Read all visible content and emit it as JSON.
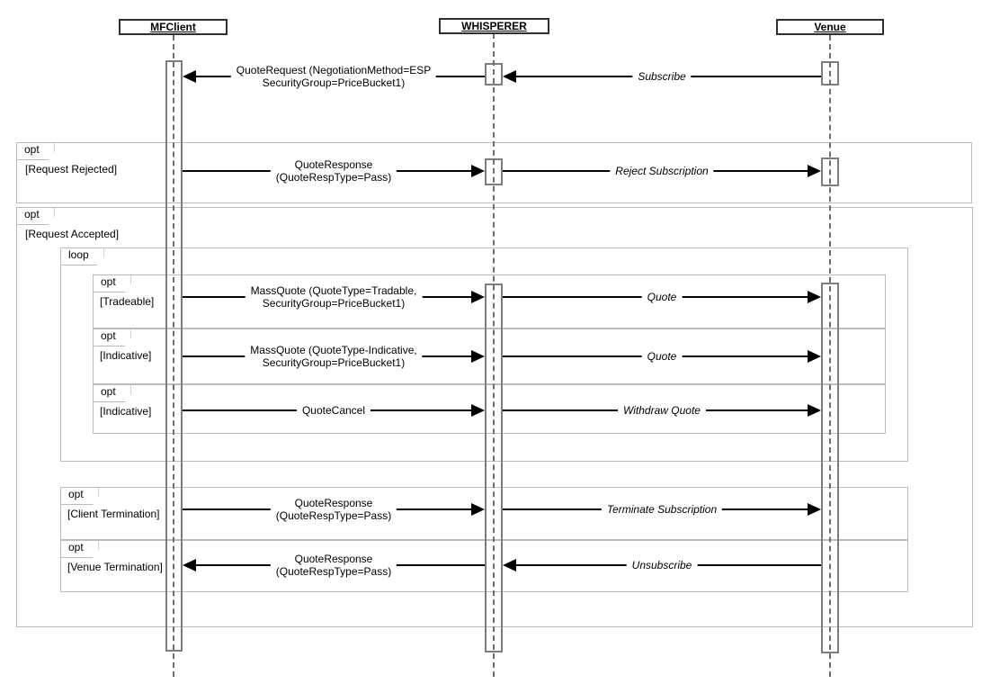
{
  "diagram_type": "uml-sequence",
  "colors": {
    "background": "#ffffff",
    "frame_border": "#bcbcbc",
    "arrow": "#000000",
    "lifeline": "#6e6e6e",
    "activation_border": "#7d7d7d",
    "actor_border": "#2f2f2f"
  },
  "actors": [
    {
      "label": "MFClient"
    },
    {
      "label": "WHISPERER"
    },
    {
      "label": "Venue"
    }
  ],
  "frames": [
    {
      "operator": "opt",
      "guard": "[Request Rejected]"
    },
    {
      "operator": "opt",
      "guard": "[Request Accepted]"
    },
    {
      "operator": "loop",
      "guard": ""
    },
    {
      "operator": "opt",
      "guard": "[Tradeable]"
    },
    {
      "operator": "opt",
      "guard": "[Indicative]"
    },
    {
      "operator": "opt",
      "guard": "[Indicative]"
    },
    {
      "operator": "opt",
      "guard": "[Client Termination]"
    },
    {
      "operator": "opt",
      "guard": "[Venue Termination]"
    }
  ],
  "messages": [
    {
      "l1": "QuoteRequest (NegotiationMethod=ESP",
      "l2": "SecurityGroup=PriceBucket1)",
      "from": "WHISPERER",
      "to": "MFClient",
      "style": "plain"
    },
    {
      "l1": "Subscribe",
      "from": "Venue",
      "to": "WHISPERER",
      "style": "italic"
    },
    {
      "l1": "QuoteResponse",
      "l2": "(QuoteRespType=Pass)",
      "from": "MFClient",
      "to": "WHISPERER",
      "style": "plain"
    },
    {
      "l1": "Reject Subscription",
      "from": "WHISPERER",
      "to": "Venue",
      "style": "italic"
    },
    {
      "l1": "MassQuote (QuoteType=Tradable,",
      "l2": "SecurityGroup=PriceBucket1)",
      "from": "MFClient",
      "to": "WHISPERER",
      "style": "plain"
    },
    {
      "l1": "Quote",
      "from": "WHISPERER",
      "to": "Venue",
      "style": "italic"
    },
    {
      "l1": "MassQuote (QuoteType-Indicative,",
      "l2": "SecurityGroup=PriceBucket1)",
      "from": "MFClient",
      "to": "WHISPERER",
      "style": "plain"
    },
    {
      "l1": "Quote",
      "from": "WHISPERER",
      "to": "Venue",
      "style": "italic"
    },
    {
      "l1": "QuoteCancel",
      "from": "MFClient",
      "to": "WHISPERER",
      "style": "plain"
    },
    {
      "l1": "Withdraw Quote",
      "from": "WHISPERER",
      "to": "Venue",
      "style": "italic"
    },
    {
      "l1": "QuoteResponse",
      "l2": "(QuoteRespType=Pass)",
      "from": "MFClient",
      "to": "WHISPERER",
      "style": "plain"
    },
    {
      "l1": "Terminate Subscription",
      "from": "WHISPERER",
      "to": "Venue",
      "style": "italic"
    },
    {
      "l1": "QuoteResponse",
      "l2": "(QuoteRespType=Pass)",
      "from": "WHISPERER",
      "to": "MFClient",
      "style": "plain"
    },
    {
      "l1": "Unsubscribe",
      "from": "Venue",
      "to": "WHISPERER",
      "style": "italic"
    }
  ]
}
